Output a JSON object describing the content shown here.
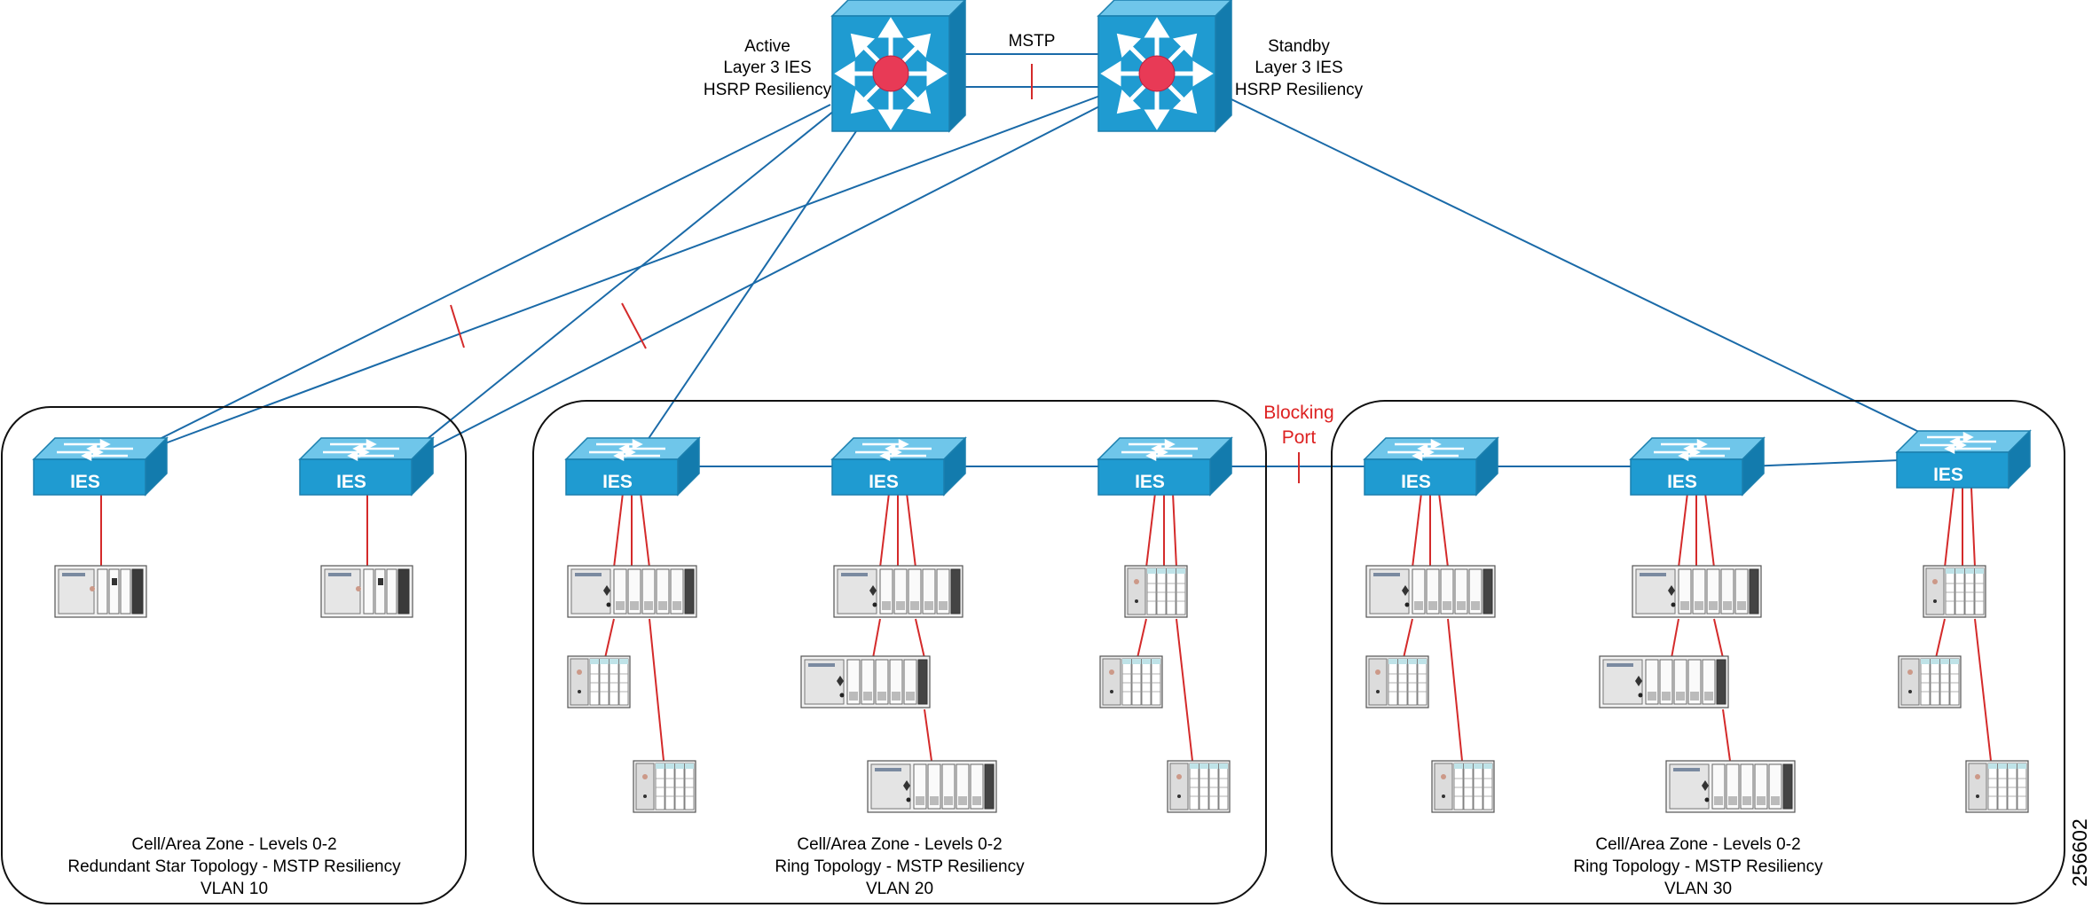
{
  "core": {
    "active": {
      "lines": [
        "Active",
        "Layer 3 IES",
        "HSRP Resiliency"
      ]
    },
    "standby": {
      "lines": [
        "Standby",
        "Layer 3 IES",
        "HSRP Resiliency"
      ]
    },
    "link_label": "MSTP"
  },
  "blocking_port": {
    "lines": [
      "Blocking",
      "Port"
    ]
  },
  "switch_label": "IES",
  "zones": [
    {
      "lines": [
        "Cell/Area Zone - Levels 0-2",
        "Redundant Star Topology - MSTP Resiliency",
        "VLAN 10"
      ]
    },
    {
      "lines": [
        "Cell/Area Zone - Levels 0-2",
        "Ring Topology - MSTP Resiliency",
        "VLAN 20"
      ]
    },
    {
      "lines": [
        "Cell/Area Zone - Levels 0-2",
        "Ring Topology - MSTP Resiliency",
        "VLAN 30"
      ]
    }
  ],
  "figure_id": "256602",
  "colors": {
    "link_blue": "#1a6aa8",
    "device_link_red": "#d42a2a",
    "switch_blue": "#1f9bd1",
    "blocking_red": "#d42a2a"
  }
}
